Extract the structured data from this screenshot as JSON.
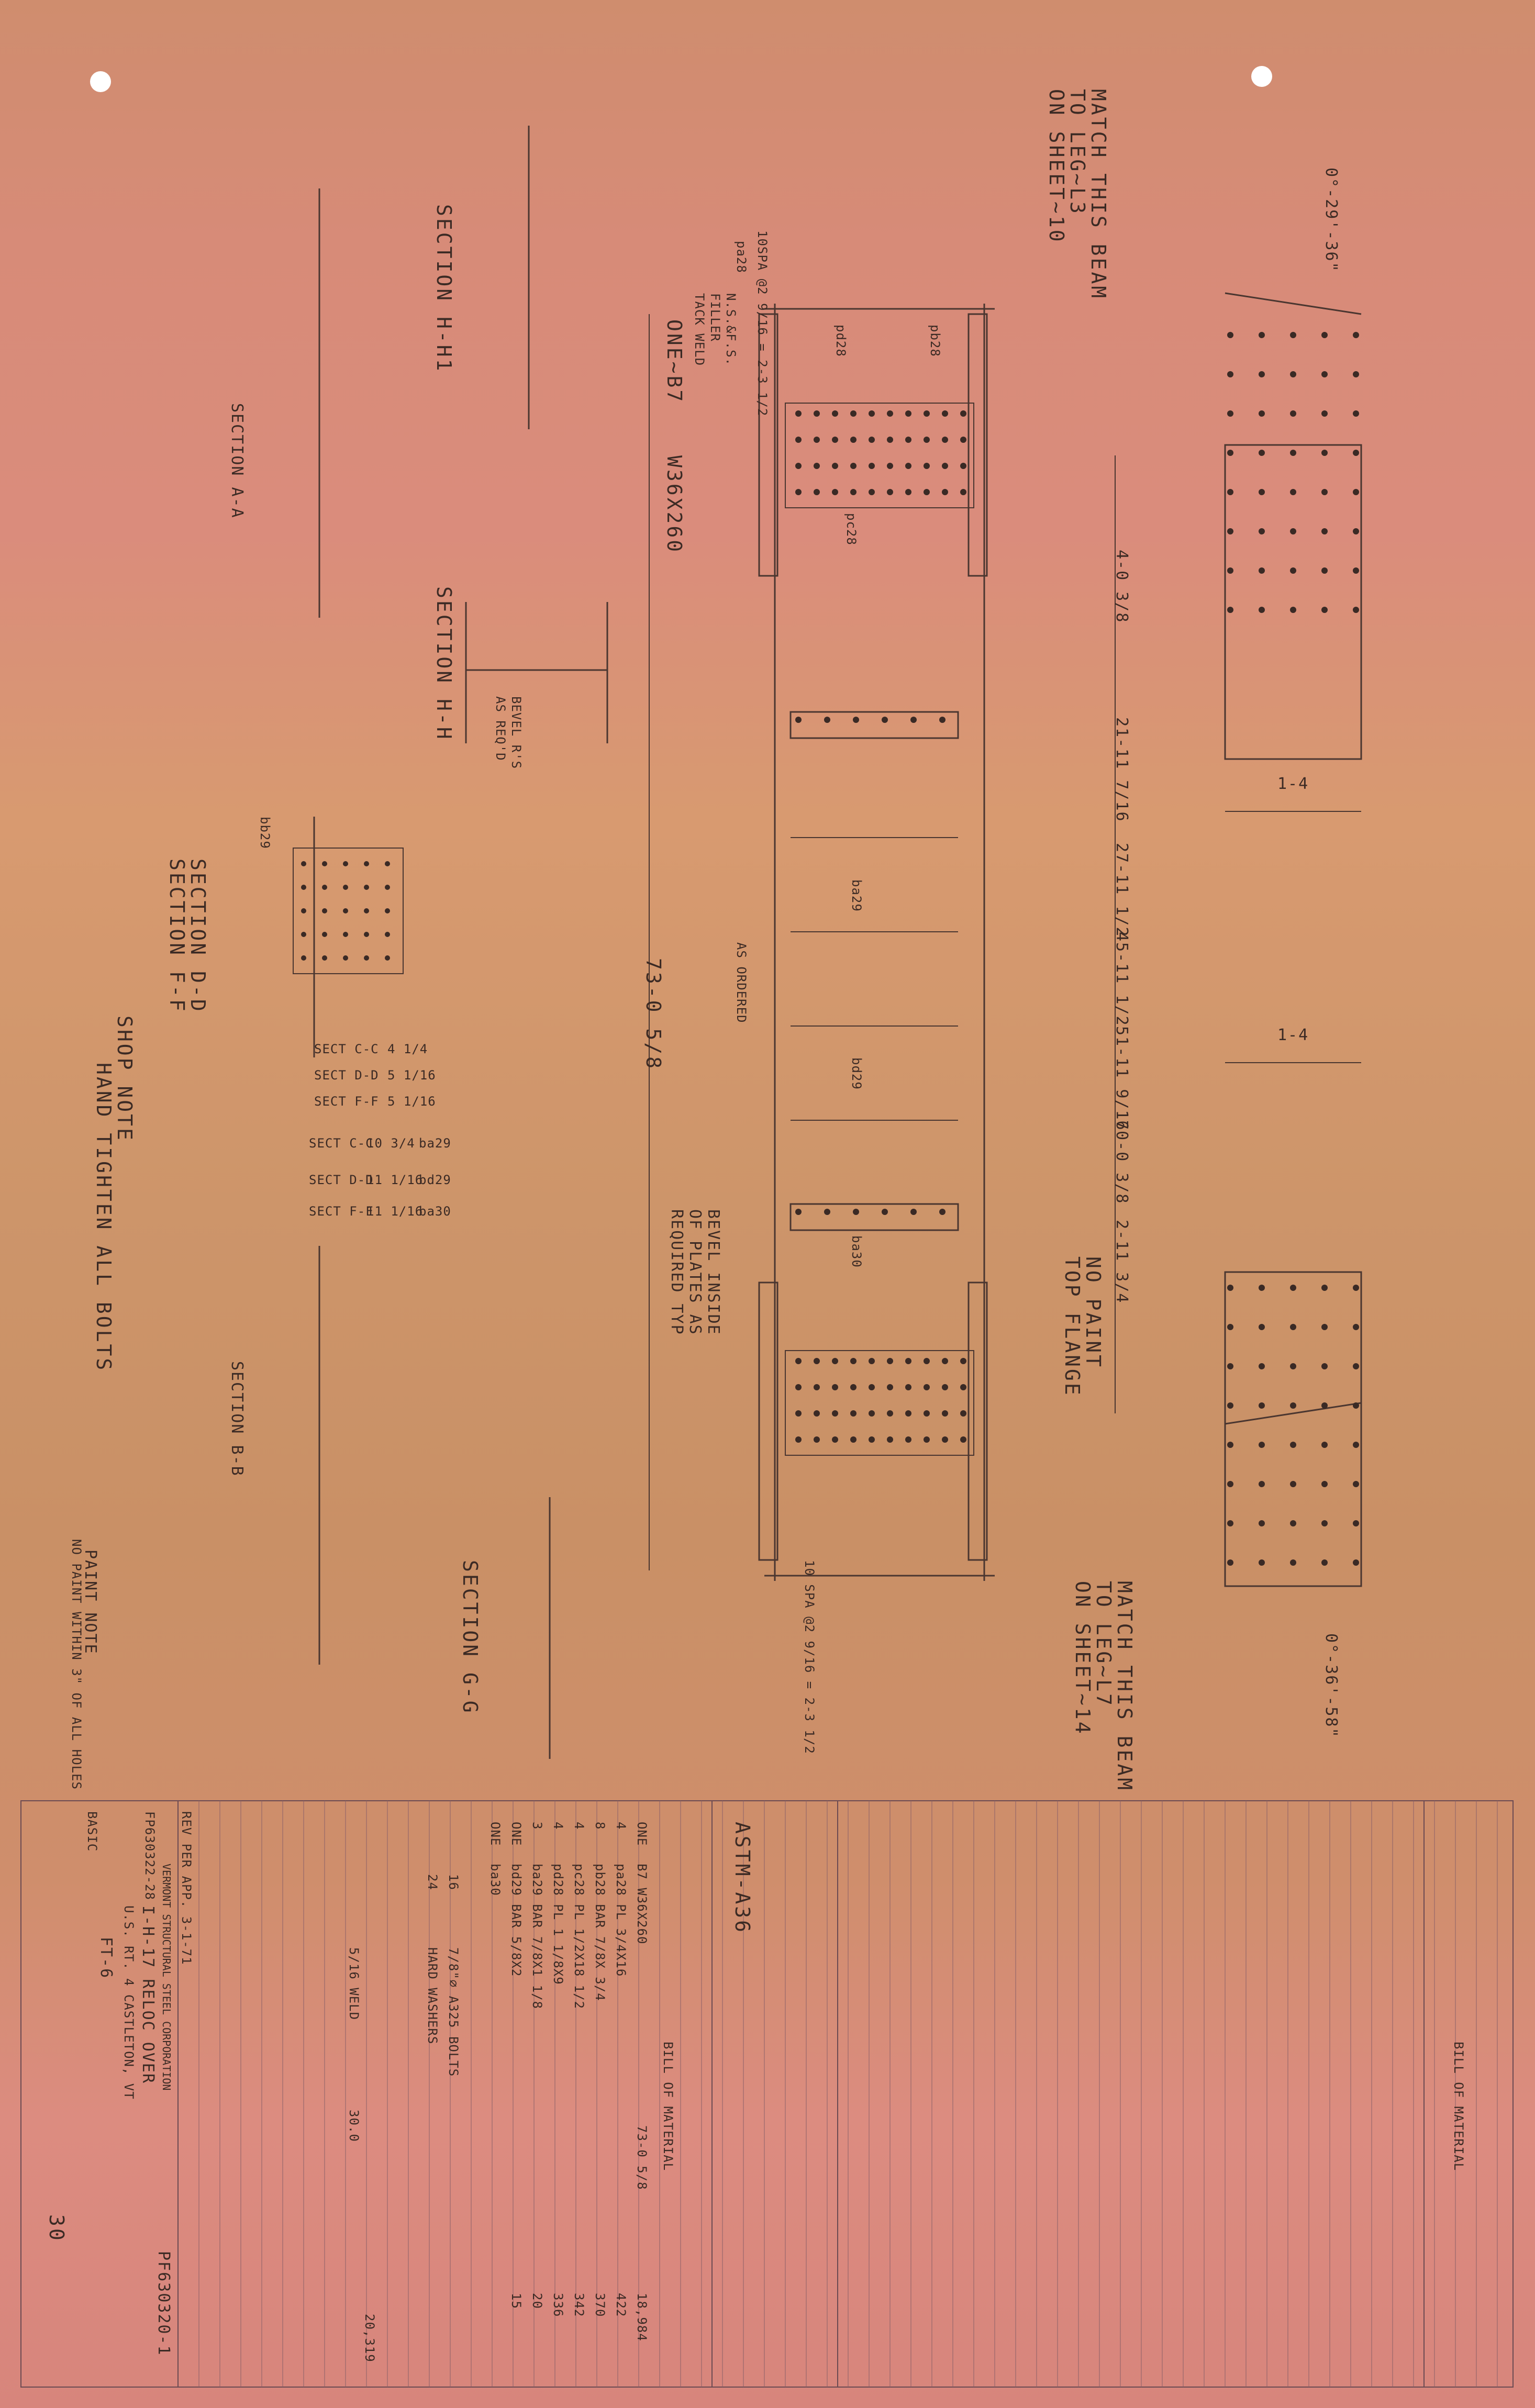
{
  "drawing": {
    "match_top": [
      "MATCH THIS BEAM",
      "TO LEG~L3",
      "ON SHEET~10"
    ],
    "match_bottom": [
      "MATCH THIS BEAM",
      "TO LEG~L7",
      "ON SHEET~14"
    ],
    "member": "ONE~B7",
    "section_size": "W36X260",
    "length": "73-0 5/8",
    "section_hh1": "SECTION H-H1",
    "section_hh": "SECTION H-H",
    "section_aa": "SECTION A-A",
    "section_bb": "SECTION B-B",
    "section_dd": "SECTION D-D",
    "section_ff": "SECTION F-F",
    "section_gg": "SECTION G-G",
    "no_paint": [
      "NO PAINT",
      "TOP FLANGE"
    ],
    "bevel": [
      "BEVEL INSIDE",
      "OF PLATES AS",
      "REQUIRED TYP"
    ],
    "bevel_rs": [
      "BEVEL R'S",
      "AS REQ'D"
    ],
    "as_ordered": "AS ORDERED",
    "shop_note": [
      "SHOP NOTE",
      "HAND TIGHTEN ALL BOLTS"
    ],
    "paint_note": [
      "PAINT NOTE",
      "NO PAINT WITHIN 3\" OF ALL HOLES"
    ],
    "spa_top": "10SPA @2 9/16 = 2-3 1/2",
    "spa_bottom": "10 SPA @2 9/16 = 2-3 1/2",
    "dims": [
      "4-0 3/8",
      "21-11 7/16",
      "27-11 1/2",
      "45-11 1/2",
      "51-11 9/16",
      "70-0 3/8",
      "2-11 3/4",
      "1-4"
    ],
    "marks": [
      "pa28",
      "pb28",
      "pc28",
      "pd28",
      "ba29",
      "bd29",
      "ba30",
      "bb29",
      "N.S.&F.S.",
      "FILLER",
      "TACK WELD"
    ],
    "sect_table": [
      {
        "label": "SECT C-C",
        "value": "4 1/4"
      },
      {
        "label": "SECT D-D",
        "value": "5 1/16"
      },
      {
        "label": "SECT F-F",
        "value": "5 1/16"
      },
      {
        "label": "SECT C-C",
        "value": "10 3/4",
        "mark": "ba29"
      },
      {
        "label": "SECT D-D",
        "value": "11 1/16",
        "mark": "bd29"
      },
      {
        "label": "SECT F-F",
        "value": "11 1/16",
        "mark": "ba30"
      }
    ],
    "angle_top": "0°-29'-36\"",
    "angle_bottom": "0°-36'-58\""
  },
  "title_block": {
    "spec": "ASTM-A36",
    "company": "VERMONT STRUCTURAL STEEL CORPORATION",
    "project": "I-H-17 RELOC OVER",
    "location": "U.S. RT. 4 CASTLETON, VT",
    "contract": "FT-6",
    "drawing_no": "PF630320-1",
    "sheet": "30",
    "rev": "REV PER APP. 3-1-71",
    "drawn_by": "FP630322-28",
    "heading": "BILL OF MATERIAL",
    "basic": "BASIC",
    "rows": [
      {
        "qty": "ONE",
        "item": "B7 W36X260",
        "len": "73-0 5/8",
        "wt": "18,984"
      },
      {
        "qty": "4",
        "item": "pa28 PL 3/4X16",
        "len": "",
        "wt": "422"
      },
      {
        "qty": "8",
        "item": "pb28 BAR 7/8X 3/4",
        "len": "",
        "wt": "370"
      },
      {
        "qty": "4",
        "item": "pc28 PL 1/2X18 1/2",
        "len": "",
        "wt": "342"
      },
      {
        "qty": "4",
        "item": "pd28 PL 1 1/8X9",
        "len": "",
        "wt": "336"
      },
      {
        "qty": "3",
        "item": "ba29 BAR 7/8X1 1/8",
        "len": "",
        "wt": "20"
      },
      {
        "qty": "ONE",
        "item": "bd29 BAR 5/8X2",
        "len": "",
        "wt": "15"
      },
      {
        "qty": "ONE",
        "item": "ba30",
        "len": "",
        "wt": ""
      }
    ],
    "bolts": "7/8\"⌀ A325 BOLTS",
    "washers": "HARD WASHERS",
    "weld": "5/16 WELD",
    "weld_len": "30.0",
    "qtys": [
      "16",
      "24"
    ],
    "total": "20,319"
  }
}
